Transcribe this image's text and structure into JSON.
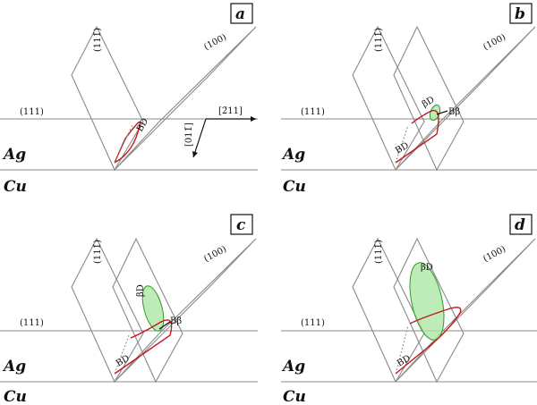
{
  "panels": [
    {
      "letter": "a",
      "ag": "Ag",
      "cu": "Cu",
      "plane111": "(111)",
      "plane11m1": "(111̄)",
      "plane100": "(100)",
      "bd": "BD",
      "dir211": "[2̄11]",
      "dir011": "[011̄]"
    },
    {
      "letter": "b",
      "ag": "Ag",
      "cu": "Cu",
      "plane111": "(111)",
      "plane11m1": "(111̄)",
      "plane100": "(100)",
      "bd": "BD",
      "beta": "βD",
      "bbeta": "Bβ"
    },
    {
      "letter": "c",
      "ag": "Ag",
      "cu": "Cu",
      "plane111": "(111)",
      "plane11m1": "(111̄)",
      "plane100": "(100)",
      "bd": "BD",
      "beta": "βD",
      "bbeta": "Bβ"
    },
    {
      "letter": "d",
      "ag": "Ag",
      "cu": "Cu",
      "plane111": "(111)",
      "plane11m1": "(111̄)",
      "plane100": "(100)",
      "bd": "BD",
      "beta": "βD"
    }
  ],
  "colors": {
    "planes": "#8a8a8a",
    "dislocation": "#c4181a",
    "stacking_fault": "#a8e6a0"
  }
}
